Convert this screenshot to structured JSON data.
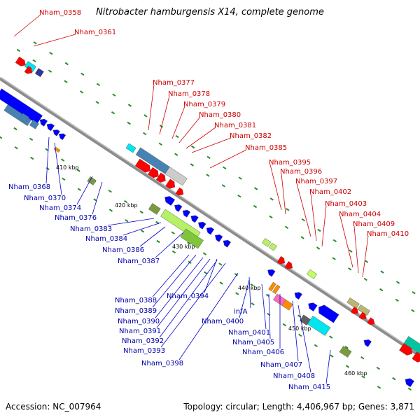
{
  "title": "Nitrobacter hamburgensis X14, complete genome",
  "accession_label": "Accession:",
  "accession": "NC_007964",
  "topology_text": "Topology: circular; Length: 4,406,967 bp; Genes: 3,871",
  "colors": {
    "backbone": "#8c8c8c",
    "red_label": "#cc0000",
    "blue_label": "#0000aa",
    "tick": "#2a8a2a"
  },
  "kbp_ticks": [
    "410 kbp",
    "420 kbp",
    "430 kbp",
    "440 kbp",
    "450 kbp",
    "460 kbp"
  ],
  "red_labels": [
    "Nham_0358",
    "Nham_0361",
    "Nham_0377",
    "Nham_0378",
    "Nham_0379",
    "Nham_0380",
    "Nham_0381",
    "Nham_0382",
    "Nham_0385",
    "Nham_0395",
    "Nham_0396",
    "Nham_0397",
    "Nham_0402",
    "Nham_0403",
    "Nham_0404",
    "Nham_0409",
    "Nham_0410"
  ],
  "blue_labels": [
    "Nham_0368",
    "Nham_0370",
    "Nham_0374",
    "Nham_0376",
    "Nham_0383",
    "Nham_0384",
    "Nham_0386",
    "Nham_0387",
    "Nham_0388",
    "Nham_0389",
    "Nham_0390",
    "Nham_0391",
    "Nham_0392",
    "Nham_0393",
    "Nham_0394",
    "Nham_0398",
    "infA",
    "Nham_0400",
    "Nham_0401",
    "Nham_0405",
    "Nham_0406",
    "Nham_0407",
    "Nham_0408",
    "Nham_0415"
  ]
}
